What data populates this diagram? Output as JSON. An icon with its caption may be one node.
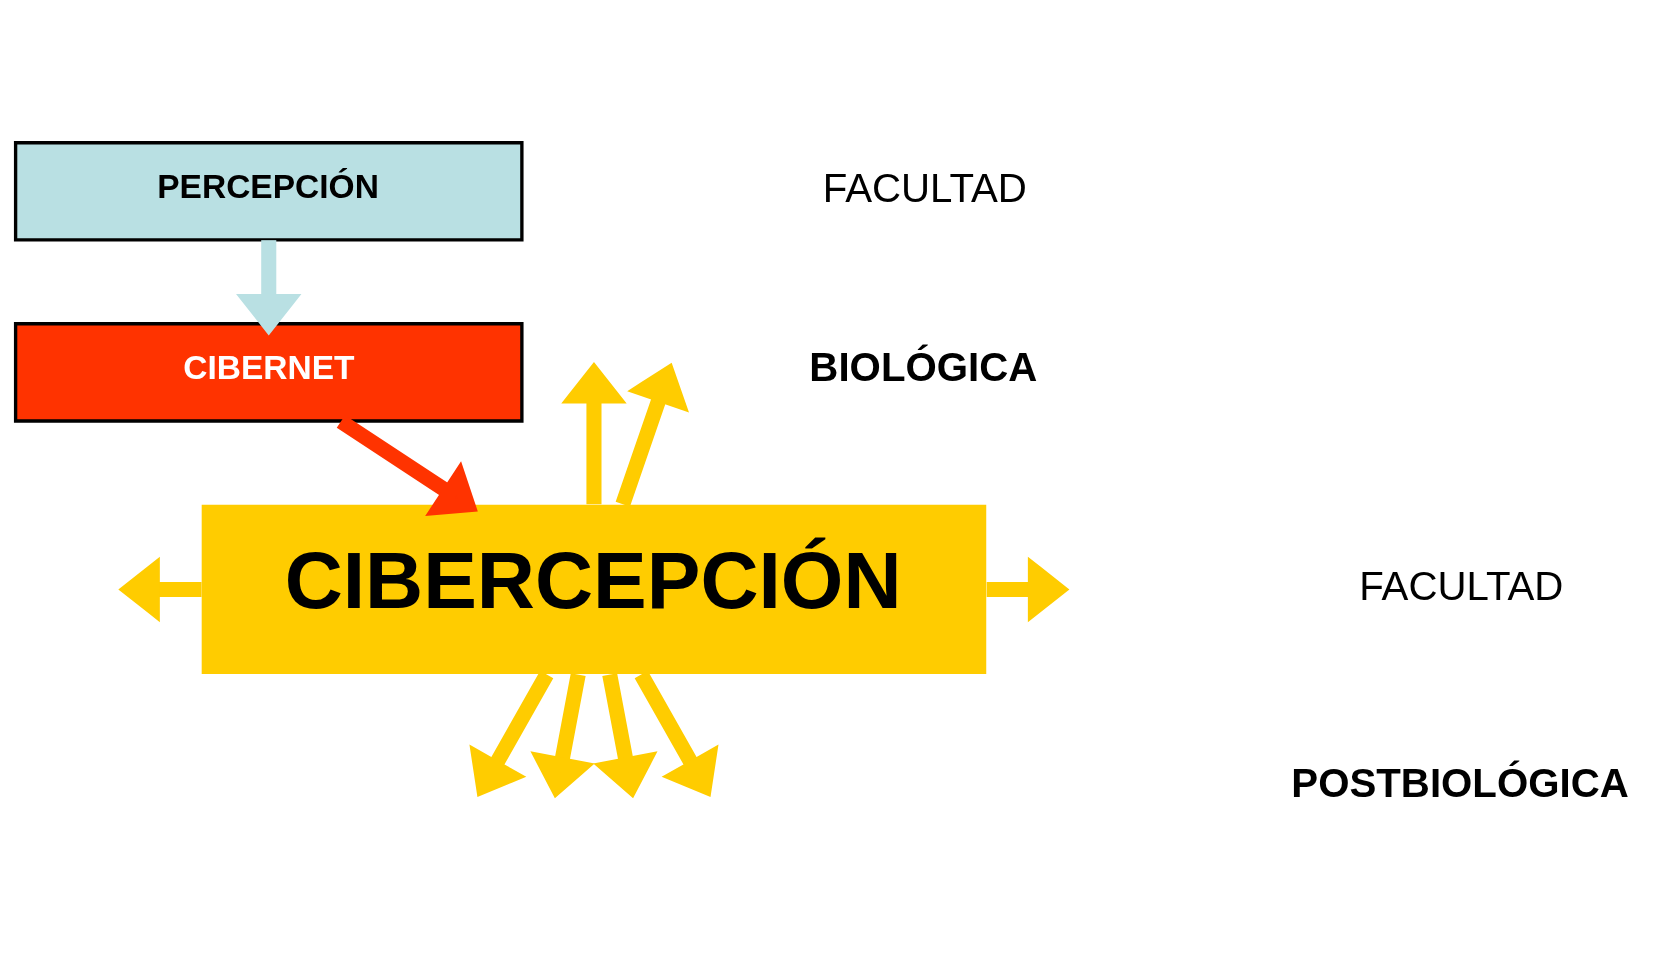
{
  "diagram": {
    "nodes": [
      {
        "text": [
          "PERCEPCIÓN"
        ]
      },
      {
        "text": [
          "CIBERNET"
        ]
      },
      {
        "text": [
          "CIBERCEPCIÓN"
        ]
      }
    ],
    "edges": [
      {
        "from": 0,
        "to": 1,
        "arrow": "to",
        "color": "#b9e0e3"
      },
      {
        "from": 1,
        "to": 2,
        "arrow": "to",
        "color": "#ff3300"
      },
      {
        "from": 2,
        "to": null,
        "arrow": "to"
      },
      {
        "from": 2,
        "to": null,
        "arrow": "to"
      },
      {
        "from": 2,
        "to": null,
        "arrow": "to"
      },
      {
        "from": 2,
        "to": null,
        "arrow": "to"
      },
      {
        "from": 2,
        "to": null,
        "arrow": "to"
      },
      {
        "from": 2,
        "to": null,
        "arrow": "to"
      },
      {
        "from": 2,
        "to": null,
        "arrow": "to"
      },
      {
        "from": 2,
        "to": null,
        "arrow": "to"
      }
    ],
    "labels": [
      "FACULTAD",
      "BIOLÓGICA",
      "FACULTAD",
      "POSTBIOLÓGICA"
    ]
  }
}
